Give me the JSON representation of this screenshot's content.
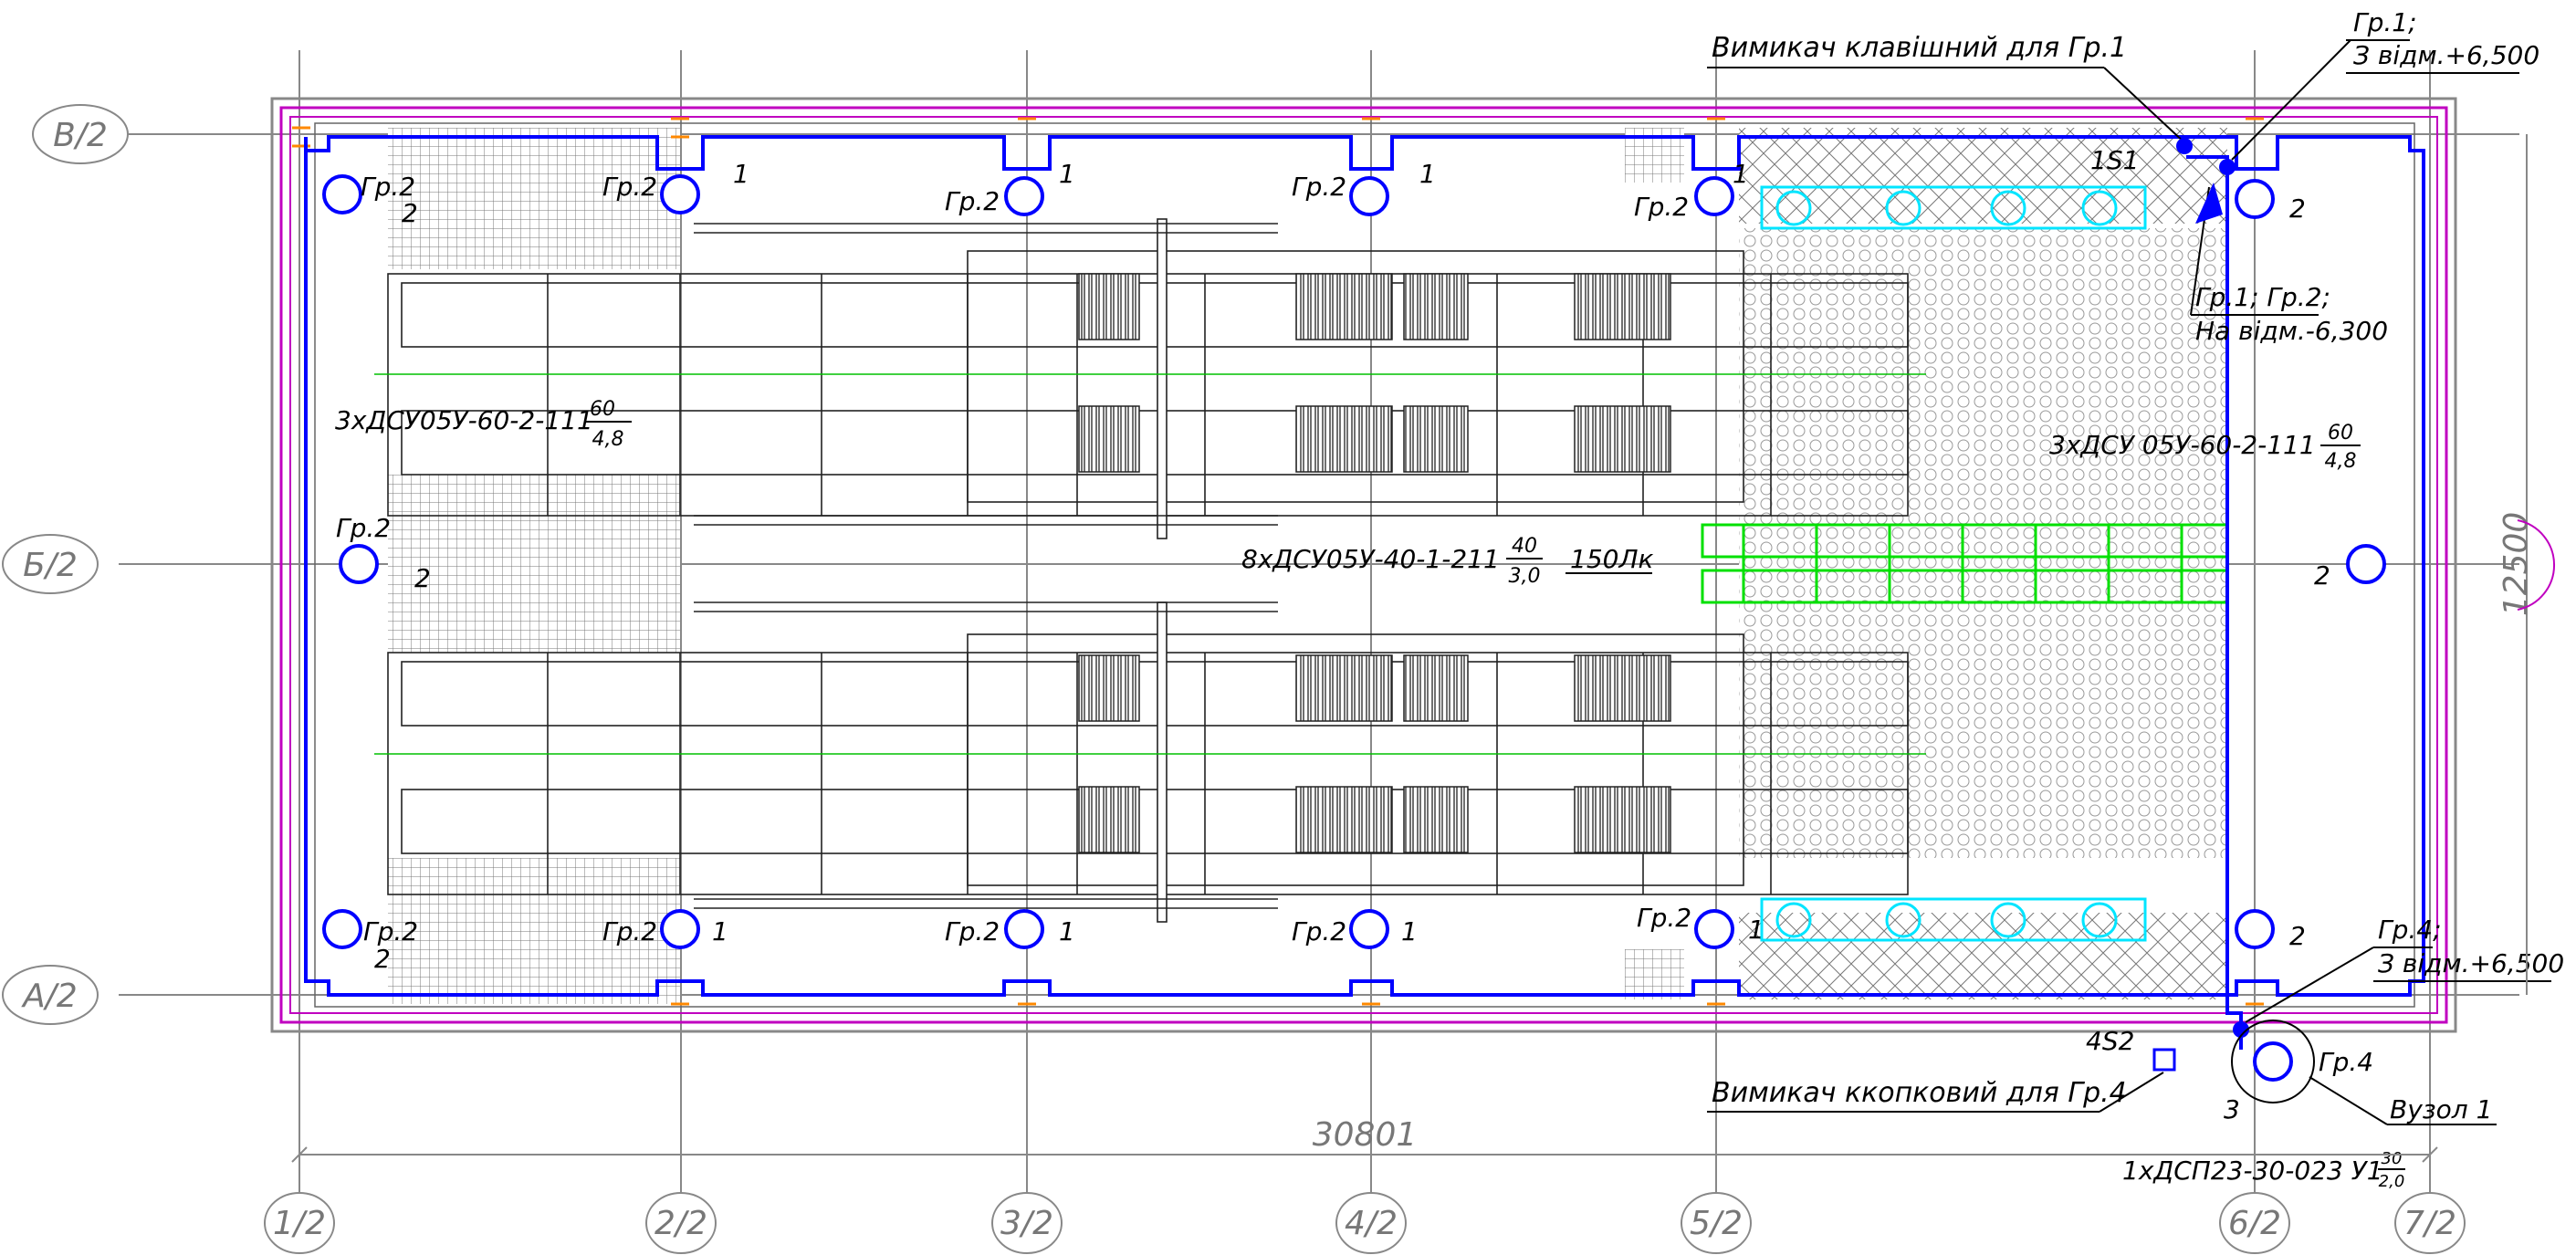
{
  "axes": {
    "rows": [
      "В/2",
      "Б/2",
      "А/2"
    ],
    "columns": [
      "1/2",
      "2/2",
      "3/2",
      "4/2",
      "5/2",
      "6/2",
      "7/2"
    ]
  },
  "dimensions": {
    "length": "30801",
    "width": "12500"
  },
  "colors": {
    "wiring": "#0000ff",
    "walls": "#c000c0",
    "grid": "#888888",
    "equipment_cyan": "#00e5ff",
    "equipment_green": "#00e000",
    "lighting_line": "#00c000"
  },
  "fixture_labels": {
    "group2": "Гр.2",
    "group4": "Гр.4",
    "n1": "1",
    "n2": "2",
    "n3": "3"
  },
  "lamp_specs": {
    "left": {
      "text": "3хДСУ05У-60-2-111",
      "num": "60",
      "den": "4,8"
    },
    "right": {
      "text": "3хДСУ 05У-60-2-111",
      "num": "60",
      "den": "4,8"
    },
    "center": {
      "text": "8хДСУ05У-40-1-211",
      "num": "40",
      "den": "3,0"
    },
    "illuminance": "150Лк",
    "outdoor": {
      "text": "1хДСП23-30-023 У1",
      "num": "30",
      "den": "2,0"
    }
  },
  "annotations": {
    "switch1": "Вимикач клавішний для Гр.1",
    "switch1_id": "1S1",
    "gr1_top_a": "Гр.1;",
    "gr1_top_b": "З відм.+6,500",
    "gr12_a": "Гр.1; Гр.2;",
    "gr12_b": "На відм.-6,300",
    "gr4_a": "Гр.4;",
    "gr4_b": "З відм.+6,500",
    "switch4": "Вимикач ккопковий для Гр.4",
    "switch4_id": "4S2",
    "node": "Вузол 1"
  }
}
